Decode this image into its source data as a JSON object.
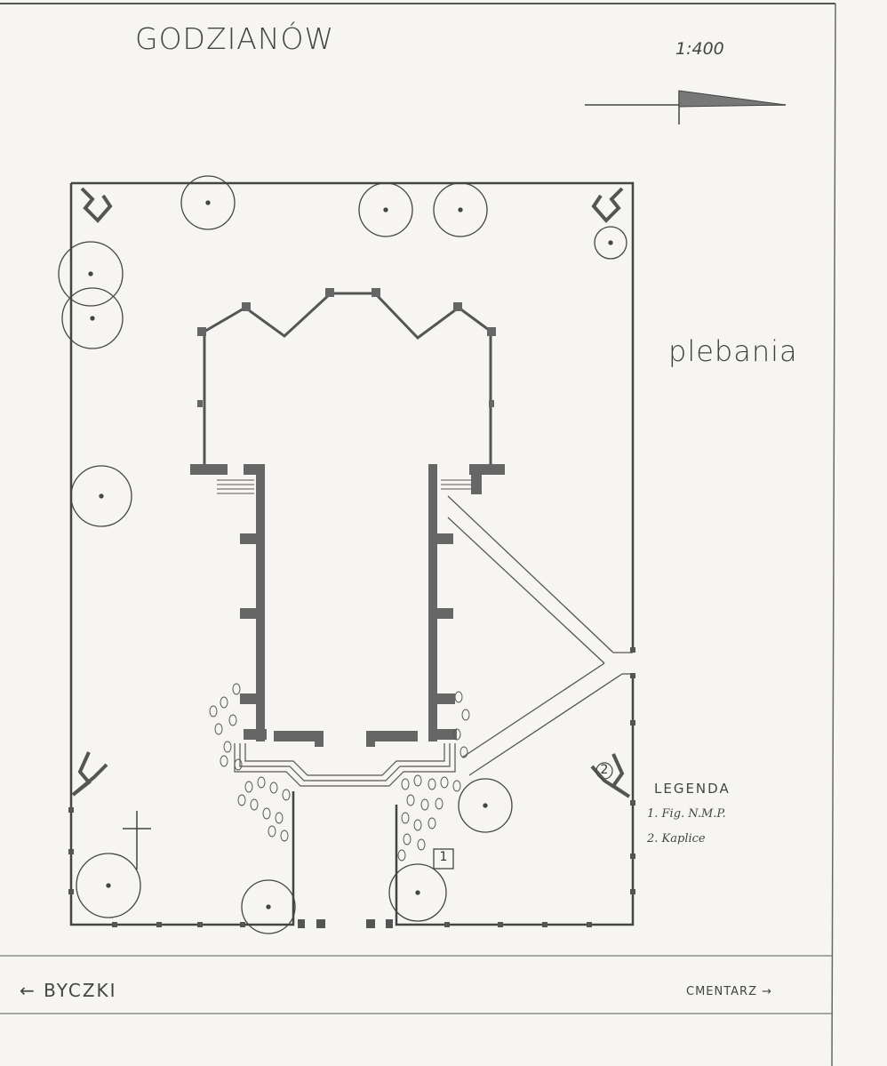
{
  "title": "GODZIANÓW",
  "scale": "1:400",
  "map_labels": {
    "building": "plebania"
  },
  "legend": {
    "title": "LEGENDA",
    "items": [
      {
        "number": "1",
        "text": "1. Fig. N.M.P."
      },
      {
        "number": "2",
        "text": "2. Kaplice"
      }
    ]
  },
  "roads": {
    "left": "← BYCZKI",
    "right": "CMENTARZ →"
  },
  "colors": {
    "ink": "#3a3a3a",
    "paper": "#f6f5f1"
  },
  "icons": [
    "north-arrow-icon",
    "tree-icon",
    "chapel-icon",
    "cross-icon",
    "shrine-marker-icon"
  ]
}
